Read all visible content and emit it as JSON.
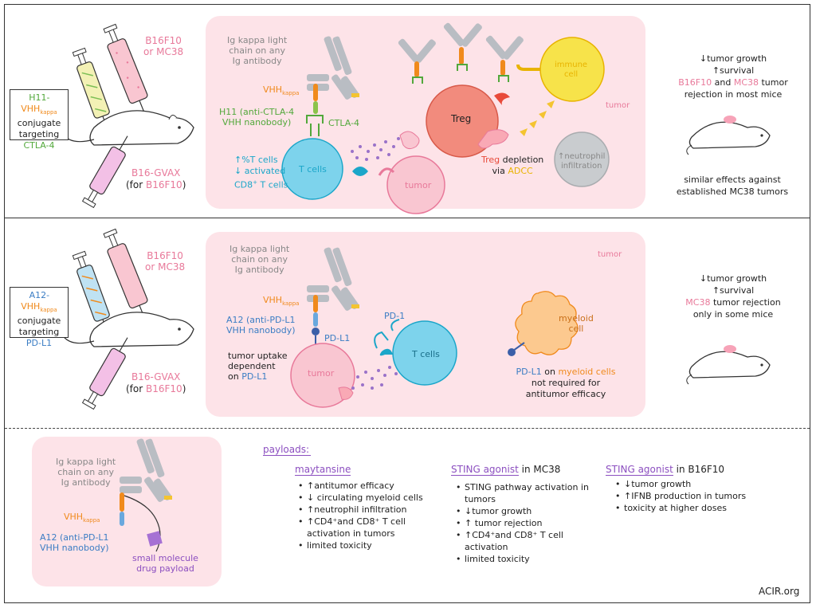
{
  "panel1": {
    "syringe_top": [
      "B16F10",
      "or MC38"
    ],
    "conjugate_box": {
      "pre": "H11-",
      "vhh": "VHH",
      "kappa": "kappa",
      "lines": [
        "conjugate",
        "targeting"
      ],
      "target": "CTLA-4"
    },
    "syringe_bottom": [
      "B16-GVAX",
      "(for ",
      "B16F10",
      ")"
    ],
    "ig_label": [
      "Ig kappa light",
      "chain on any",
      "Ig antibody"
    ],
    "vhh": "VHH",
    "vhh_sub": "kappa",
    "h11_label": [
      "H11 (anti-CTLA-4",
      "VHH nanobody)"
    ],
    "ctla4": "CTLA-4",
    "tcells": "T cells",
    "tumor": "tumor",
    "tumor_region": "tumor",
    "treg": "Treg",
    "immune_cell": [
      "immune",
      "cell"
    ],
    "neutrophil": [
      "↑neutrophil",
      "infiltration"
    ],
    "pct_t": "↑%T cells",
    "activated": [
      "↓ activated",
      "CD8",
      "+",
      " T cells"
    ],
    "treg_depletion": [
      "Treg",
      " depletion",
      "via ",
      "ADCC"
    ],
    "outcomes": [
      "↓tumor growth",
      "↑survival"
    ],
    "rejection": [
      "B16F10",
      " and ",
      "MC38",
      " tumor",
      "rejection in most mice"
    ],
    "established": [
      "similar effects against",
      "established MC38 tumors"
    ]
  },
  "panel2": {
    "syringe_top": [
      "B16F10",
      "or MC38"
    ],
    "conjugate_box": {
      "pre": "A12-",
      "vhh": "VHH",
      "kappa": "kappa",
      "lines": [
        "conjugate",
        "targeting"
      ],
      "target": "PD-L1"
    },
    "syringe_bottom": [
      "B16-GVAX",
      "(for ",
      "B16F10",
      ")"
    ],
    "ig_label": [
      "Ig kappa light",
      "chain on any",
      "Ig antibody"
    ],
    "vhh": "VHH",
    "vhh_sub": "kappa",
    "a12_label": [
      "A12 (anti-PD-L1",
      "VHH nanobody)"
    ],
    "pdl1": "PD-L1",
    "pd1": "PD-1",
    "tcells": "T cells",
    "tumor": "tumor",
    "tumor_region": "tumor",
    "uptake": [
      "tumor uptake",
      "dependent",
      "on ",
      "PD-L1"
    ],
    "myeloid": [
      "myeloid",
      "cell"
    ],
    "myeloid_note": [
      "PD-L1",
      " on ",
      "myeloid cells",
      "not required for",
      "antitumor efficacy"
    ],
    "outcomes": [
      "↓tumor growth",
      "↑survival"
    ],
    "rejection": [
      "MC38",
      " tumor rejection",
      "only in some mice"
    ]
  },
  "panel3": {
    "ig_label": [
      "Ig kappa light",
      "chain on any",
      "Ig antibody"
    ],
    "vhh": "VHH",
    "vhh_sub": "kappa",
    "a12_label": [
      "A12 (anti-PD-L1",
      "VHH nanobody)"
    ],
    "payload_label": [
      "small molecule",
      "drug payload"
    ],
    "payloads_title": "payloads:",
    "col1": {
      "title": "maytansine",
      "items": [
        "↑antitumor efficacy",
        "↓ circulating myeloid cells",
        "↑neutrophil infiltration",
        "↑CD4⁺and CD8⁺ T cell activation in tumors",
        "limited toxicity"
      ]
    },
    "col2": {
      "title": "STING agonist",
      "title_suffix": " in MC38",
      "items": [
        "STING pathway activation in tumors",
        "↓tumor growth",
        "↑ tumor rejection",
        "↑CD4⁺and CD8⁺ T cell activation",
        "limited toxicity"
      ]
    },
    "col3": {
      "title": "STING agonist",
      "title_suffix": " in B16F10",
      "items": [
        "↓tumor growth",
        "↑IFNB  production in tumors",
        "toxicity at higher doses"
      ]
    }
  },
  "credit": "ACIR.org",
  "colors": {
    "pink_bg": "#fde3e8",
    "orange": "#f08a1c",
    "green": "#52a83b",
    "teal": "#1ba6c9",
    "blue": "#3b7dc4",
    "purple": "#8c4fc0",
    "pink": "#e8799a",
    "gray": "#888888",
    "yellow": "#f7d83a",
    "treg": "#f28b7d"
  }
}
